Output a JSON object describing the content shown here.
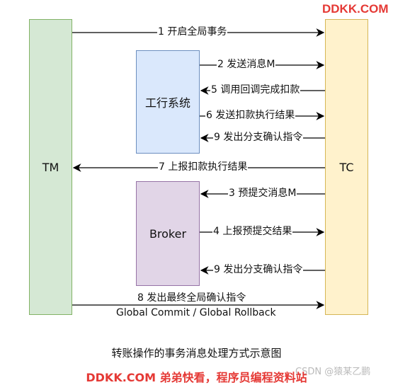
{
  "brand_top": "DDKK.COM",
  "participants": {
    "tm": "TM",
    "tc": "TC",
    "icbc": "工行系统",
    "broker": "Broker"
  },
  "messages": [
    {
      "id": "m1",
      "label": "1 开启全局事务"
    },
    {
      "id": "m2",
      "label": "2 发送消息M"
    },
    {
      "id": "m5",
      "label": "5 调用回调完成扣款"
    },
    {
      "id": "m6",
      "label": "6 发送扣款执行结果"
    },
    {
      "id": "m9a",
      "label": "9 发出分支确认指令"
    },
    {
      "id": "m7",
      "label": "7 上报扣款执行结果"
    },
    {
      "id": "m3",
      "label": "3 预提交消息M"
    },
    {
      "id": "m4",
      "label": "4 上报预提交结果"
    },
    {
      "id": "m9b",
      "label": "9 发出分支确认指令"
    },
    {
      "id": "m8",
      "label": "8 发出最终全局确认指令",
      "label2": "Global Commit / Global Rollback"
    }
  ],
  "caption": "转账操作的事务消息处理方式示意图",
  "watermark": "CSDN @猿某乙鹏",
  "brand_bottom": "DDKK.COM 弟弟快看，程序员编程资料站"
}
